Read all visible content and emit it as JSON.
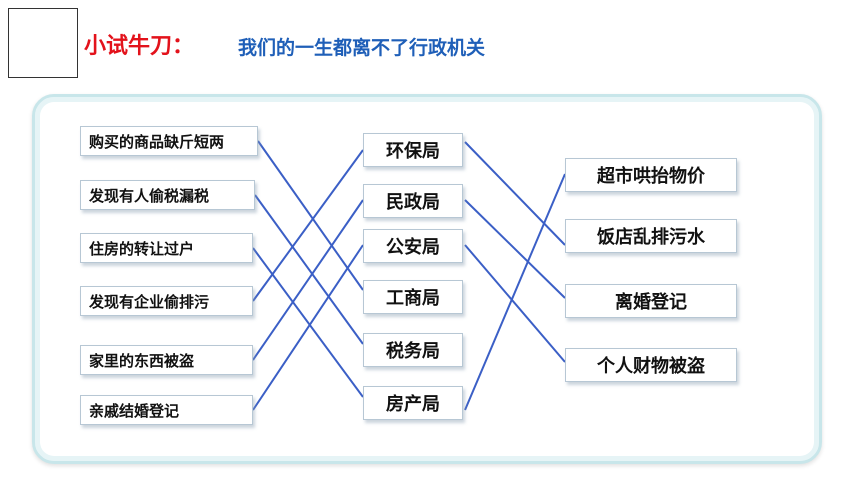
{
  "header": {
    "title": "小试牛刀：",
    "subtitle": "我们的一生都离不了行政机关"
  },
  "left_items": [
    "购买的商品缺斤短两",
    "发现有人偷税漏税",
    "住房的转让过户",
    "发现有企业偷排污",
    "家里的东西被盗",
    "亲戚结婚登记"
  ],
  "middle_items": [
    "环保局",
    "民政局",
    "公安局",
    "工商局",
    "税务局",
    "房产局"
  ],
  "right_items": [
    "超市哄抬物价",
    "饭店乱排污水",
    "离婚登记",
    "个人财物被盗"
  ],
  "line_color": "#3b5fc6"
}
